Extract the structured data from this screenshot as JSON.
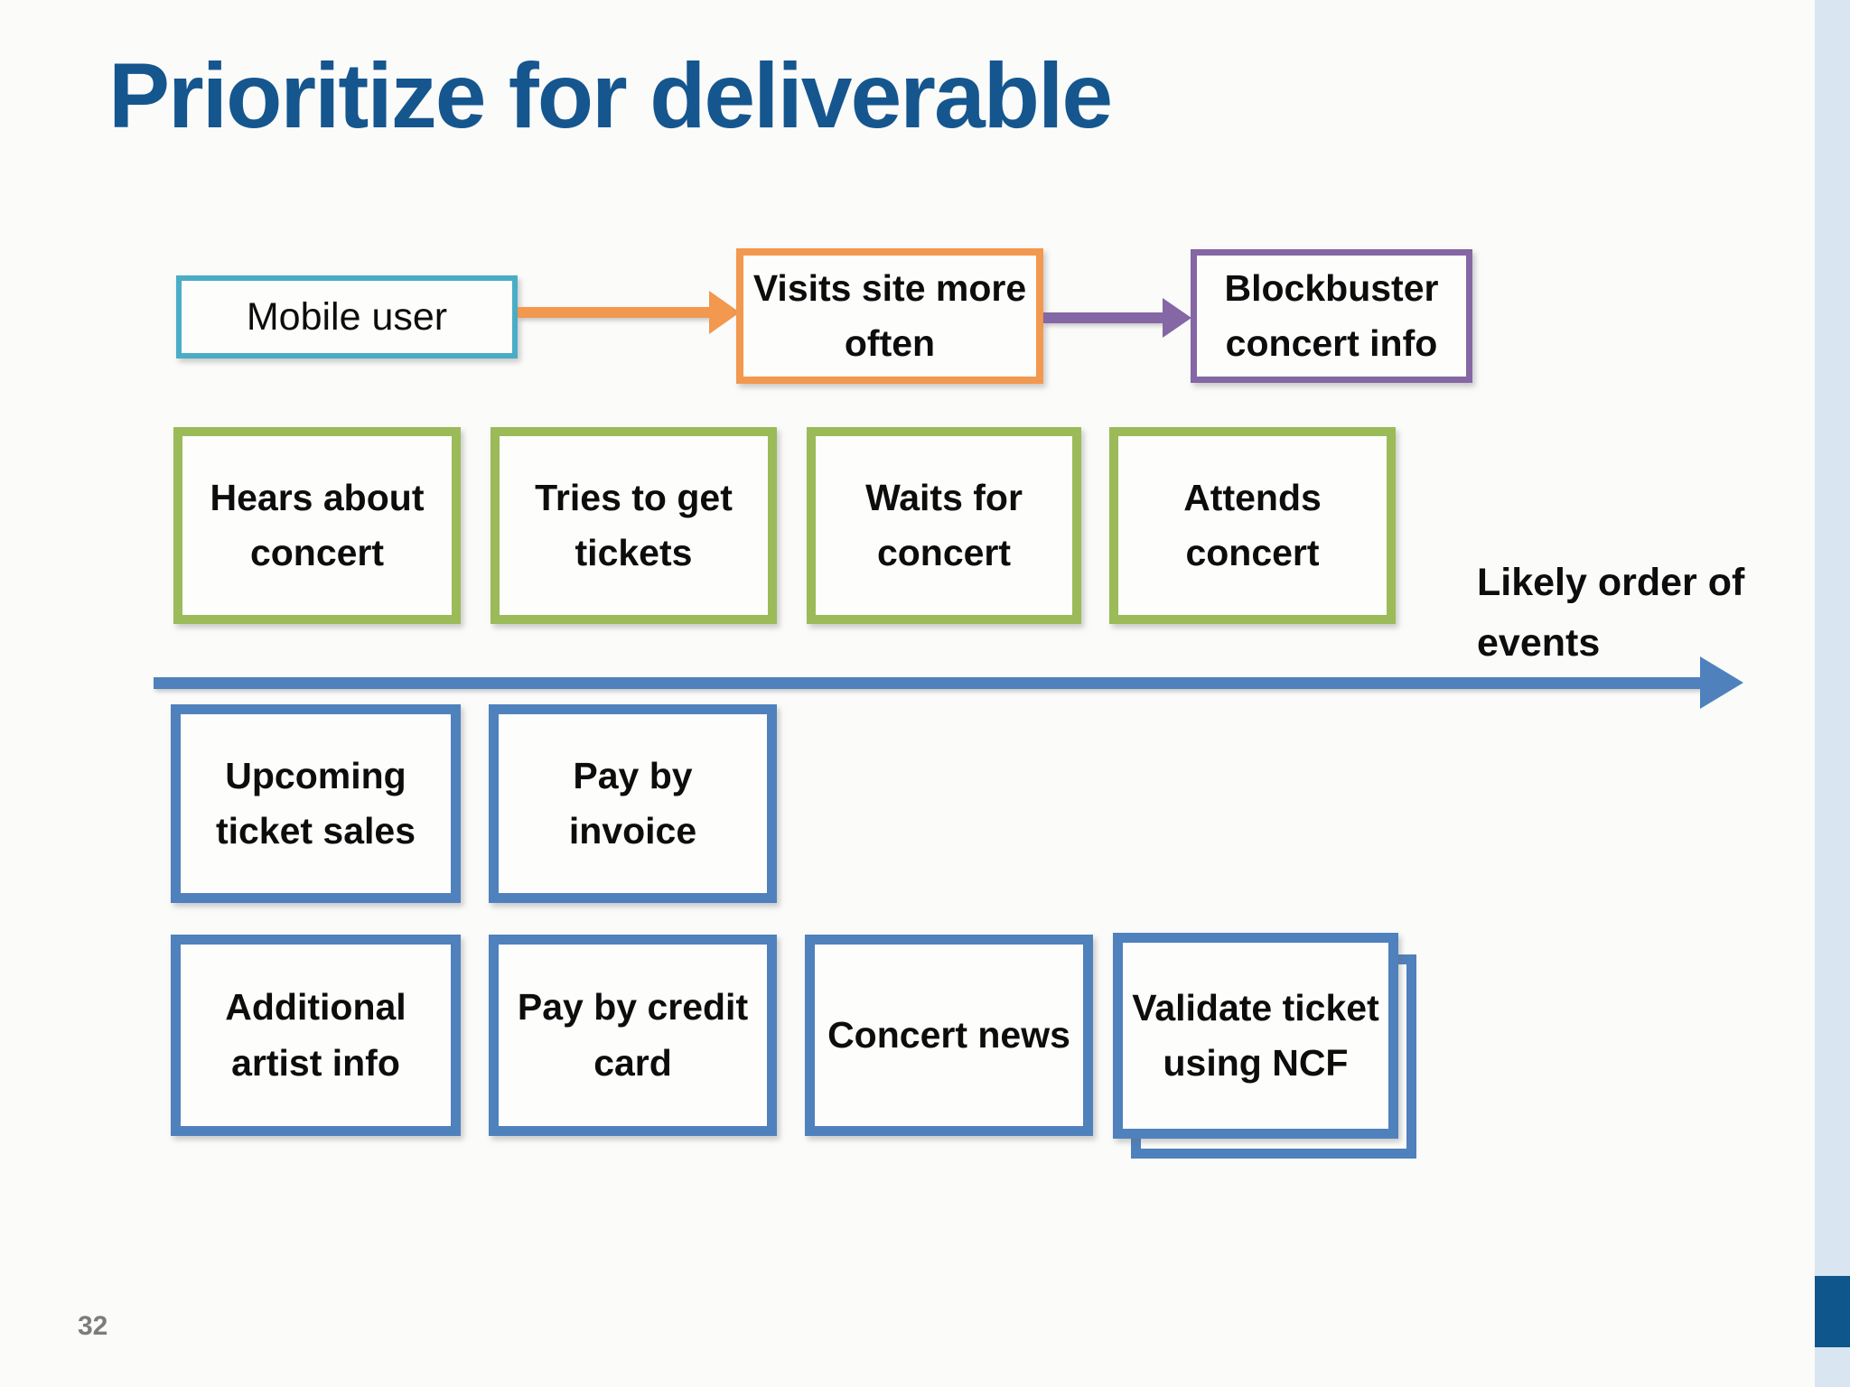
{
  "title": "Prioritize for deliverable",
  "page_number": "32",
  "flow": {
    "mobile_user": "Mobile user",
    "visits_site": "Visits site more often",
    "blockbuster": "Blockbuster concert info"
  },
  "events": [
    "Hears about concert",
    "Tries to get tickets",
    "Waits for concert",
    "Attends concert"
  ],
  "timeline_label": "Likely order of events",
  "deliverable_row1": [
    "Upcoming ticket sales",
    "Pay by invoice"
  ],
  "deliverable_row2": [
    "Additional artist info",
    "Pay by credit card",
    "Concert news",
    "Validate ticket using NCF"
  ],
  "colors": {
    "title_blue": "#15568e",
    "teal_border": "#4bacc6",
    "orange_border": "#f2984f",
    "purple_border": "#8467a4",
    "green_border": "#9bbb59",
    "blue_border": "#4f81bd",
    "accent_bar_light": "#d9e6f1",
    "accent_bar_dark": "#0e568c",
    "page_number_gray": "#7c7c7c"
  }
}
